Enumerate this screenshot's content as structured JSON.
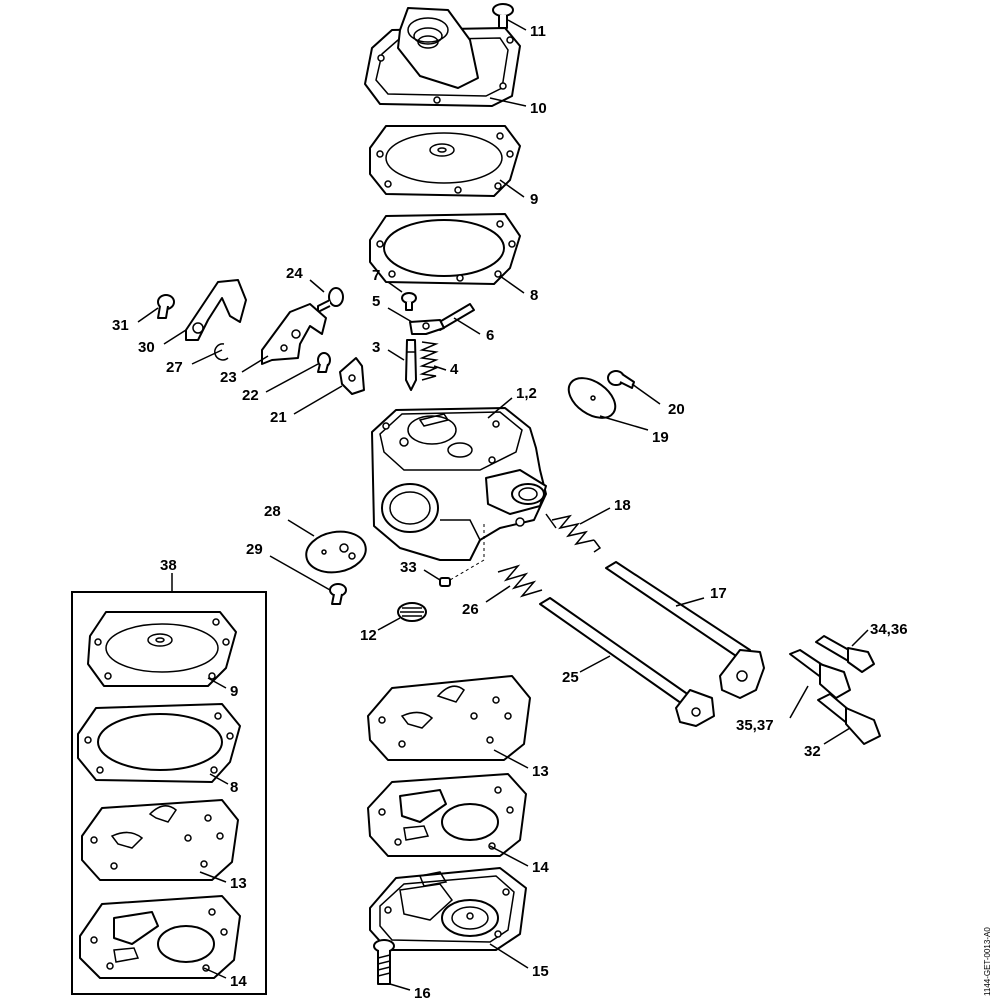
{
  "diagram": {
    "drawing_code": "1144-GET-0013-A0",
    "callouts": {
      "c11": "11",
      "c10": "10",
      "c9": "9",
      "c8": "8",
      "c24": "24",
      "c7": "7",
      "c5": "5",
      "c6": "6",
      "c31": "31",
      "c30": "30",
      "c27": "27",
      "c23": "23",
      "c3": "3",
      "c4": "4",
      "c22": "22",
      "c21": "21",
      "c1_2": "1,2",
      "c20": "20",
      "c19": "19",
      "c18": "18",
      "c28": "28",
      "c29": "29",
      "c33": "33",
      "c26": "26",
      "c17": "17",
      "c12": "12",
      "c34_36": "34,36",
      "c25": "25",
      "c35_37": "35,37",
      "c32": "32",
      "c13": "13",
      "c14": "14",
      "c15": "15",
      "c16": "16",
      "c38": "38",
      "kit9": "9",
      "kit8": "8",
      "kit13": "13",
      "kit14": "14"
    }
  }
}
